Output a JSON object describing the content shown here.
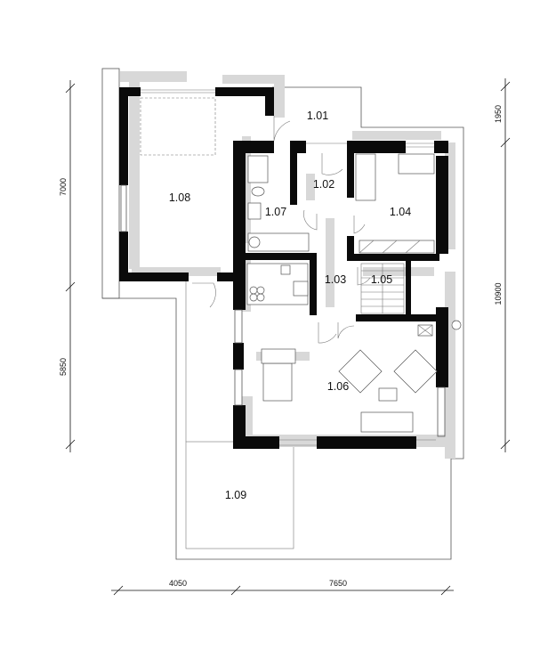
{
  "rooms": {
    "r101": "1.01",
    "r102": "1.02",
    "r103": "1.03",
    "r104": "1.04",
    "r105": "1.05",
    "r106": "1.06",
    "r107": "1.07",
    "r108": "1.08",
    "r109": "1.09"
  },
  "dimensions": {
    "left_top": "7000",
    "left_bottom": "5850",
    "right_top": "1950",
    "right_bottom": "10900",
    "bottom_left": "4050",
    "bottom_right": "7650"
  }
}
